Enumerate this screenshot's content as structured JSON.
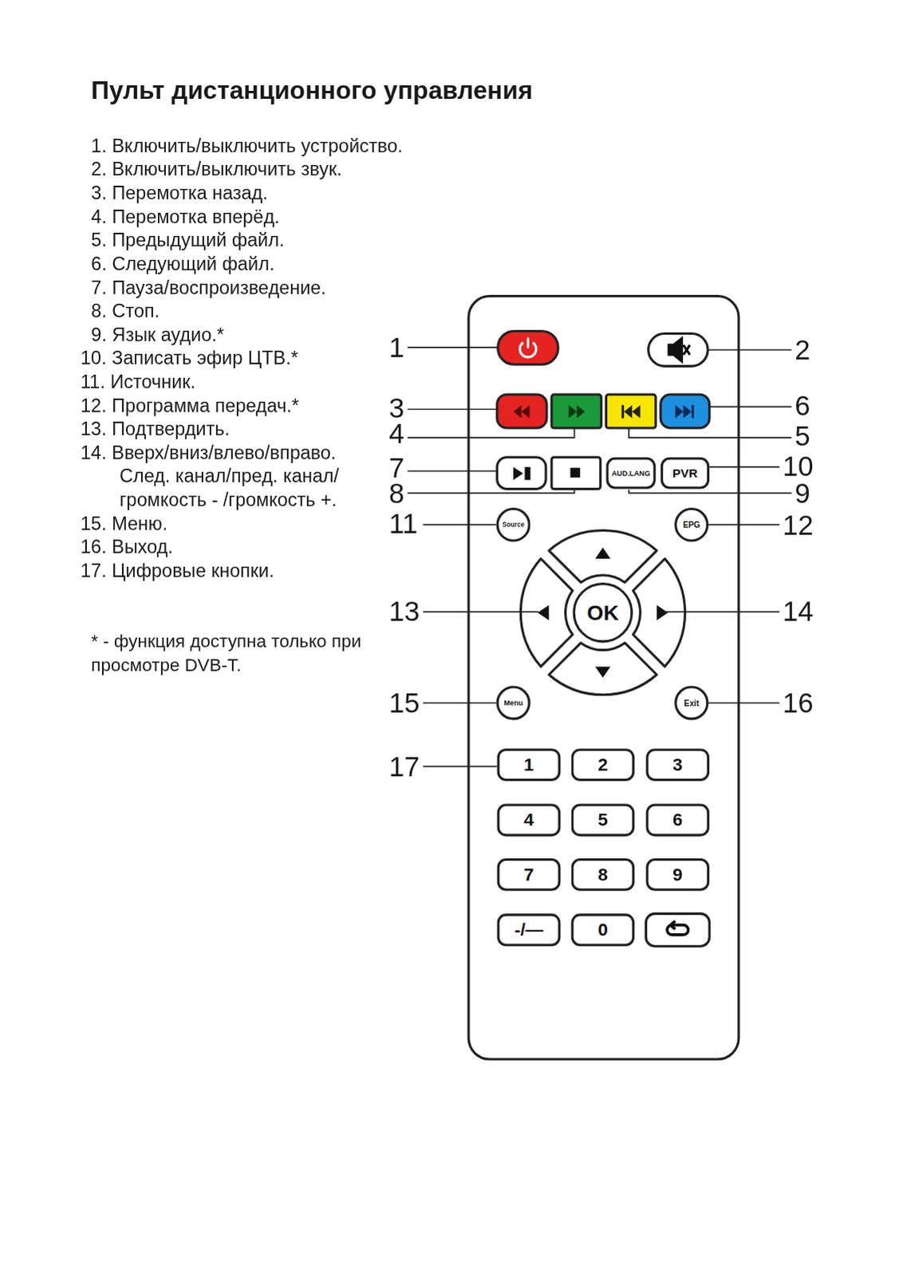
{
  "diagram": {
    "title": "Пульт дистанционного управления",
    "nodes": [
      {
        "text": [
          "AUD.LANG"
        ]
      },
      {
        "text": [
          "PVR"
        ]
      },
      {
        "text": [
          "Source"
        ]
      },
      {
        "text": [
          "EPG"
        ]
      },
      {
        "text": [
          "OK"
        ]
      },
      {
        "text": [
          "Menu"
        ]
      },
      {
        "text": [
          "Exit"
        ]
      },
      {
        "text": [
          "1"
        ]
      },
      {
        "text": [
          "2"
        ]
      },
      {
        "text": [
          "3"
        ]
      },
      {
        "text": [
          "4"
        ]
      },
      {
        "text": [
          "5"
        ]
      },
      {
        "text": [
          "6"
        ]
      },
      {
        "text": [
          "7"
        ]
      },
      {
        "text": [
          "8"
        ]
      },
      {
        "text": [
          "9"
        ]
      },
      {
        "text": [
          "-/—"
        ]
      },
      {
        "text": [
          "0"
        ]
      }
    ],
    "labels": [
      "1. Включить/выключить устройство.",
      "2. Включить/выключить звук.",
      "3. Перемотка назад.",
      "4. Перемотка вперёд.",
      "5. Предыдущий файл.",
      "6. Следующий файл.",
      "7. Пауза/воспроизведение.",
      "8. Стоп.",
      "9. Язык аудио.*",
      "10. Записать эфир ЦТВ.*",
      "11. Источник.",
      "12. Программа передач.*",
      "13. Подтвердить.",
      "14. Вверх/вниз/влево/вправо. След. канал/пред. канал/ громкость - /громкость +.",
      "15. Меню.",
      "16. Выход.",
      "17. Цифровые кнопки.",
      "* - функция доступна только при просмотре DVB-T.",
      "1",
      "2",
      "3",
      "6",
      "4",
      "5",
      "7",
      "10",
      "8",
      "9",
      "11",
      "12",
      "13",
      "14",
      "15",
      "16",
      "17"
    ]
  }
}
